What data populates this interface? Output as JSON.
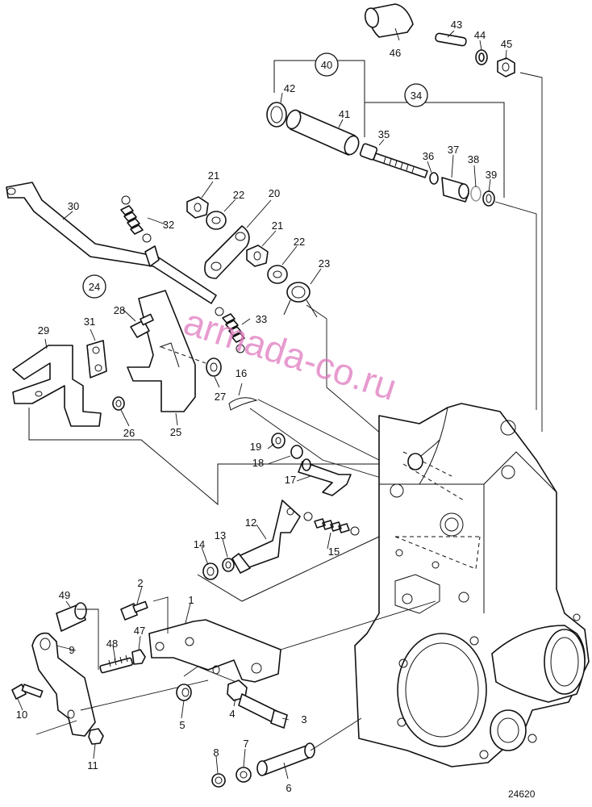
{
  "labels": {
    "l1": "1",
    "l2": "2",
    "l3": "3",
    "l4": "4",
    "l5": "5",
    "l6": "6",
    "l7": "7",
    "l8": "8",
    "l9": "9",
    "l10": "10",
    "l11": "11",
    "l12": "12",
    "l13": "13",
    "l14": "14",
    "l15": "15",
    "l16": "16",
    "l17": "17",
    "l18": "18",
    "l19": "19",
    "l20": "20",
    "l21a": "21",
    "l21b": "21",
    "l22a": "22",
    "l22b": "22",
    "l23": "23",
    "l24": "24",
    "l25": "25",
    "l26": "26",
    "l27": "27",
    "l28": "28",
    "l29": "29",
    "l30": "30",
    "l31": "31",
    "l32": "32",
    "l33": "33",
    "l34": "34",
    "l35": "35",
    "l36": "36",
    "l37": "37",
    "l38": "38",
    "l39": "39",
    "l40": "40",
    "l41": "41",
    "l42": "42",
    "l43": "43",
    "l44": "44",
    "l45": "45",
    "l46": "46",
    "l47": "47",
    "l48": "48",
    "l49": "49"
  },
  "watermark": "armada-co.ru",
  "drawing_number": "24620",
  "colors": {
    "ink": "#111111",
    "watermark": "#e07ac0",
    "background": "#ffffff"
  }
}
